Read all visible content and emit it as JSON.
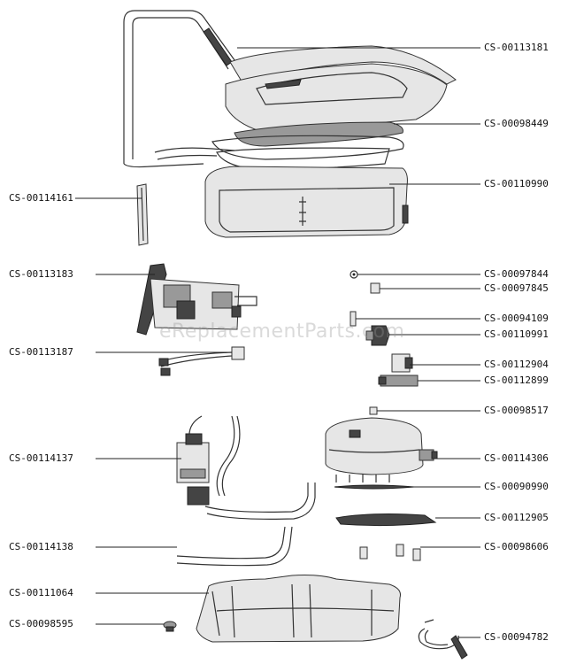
{
  "watermark": "eReplacementParts.com",
  "labels": {
    "p1": "CS-00113181",
    "p2": "CS-00098449",
    "p3": "CS-00110990",
    "p4": "CS-00114161",
    "p5": "CS-00113183",
    "p6": "CS-00097844",
    "p7": "CS-00097845",
    "p8": "CS-00094109",
    "p9": "CS-00110991",
    "p10": "CS-00113187",
    "p11": "CS-00112904",
    "p12": "CS-00112899",
    "p13": "CS-00098517",
    "p14": "CS-00114137",
    "p15": "CS-00114306",
    "p16": "CS-00090990",
    "p17": "CS-00112905",
    "p18": "CS-00114138",
    "p19": "CS-00098606",
    "p20": "CS-00111064",
    "p21": "CS-00098595",
    "p22": "CS-00094782"
  }
}
